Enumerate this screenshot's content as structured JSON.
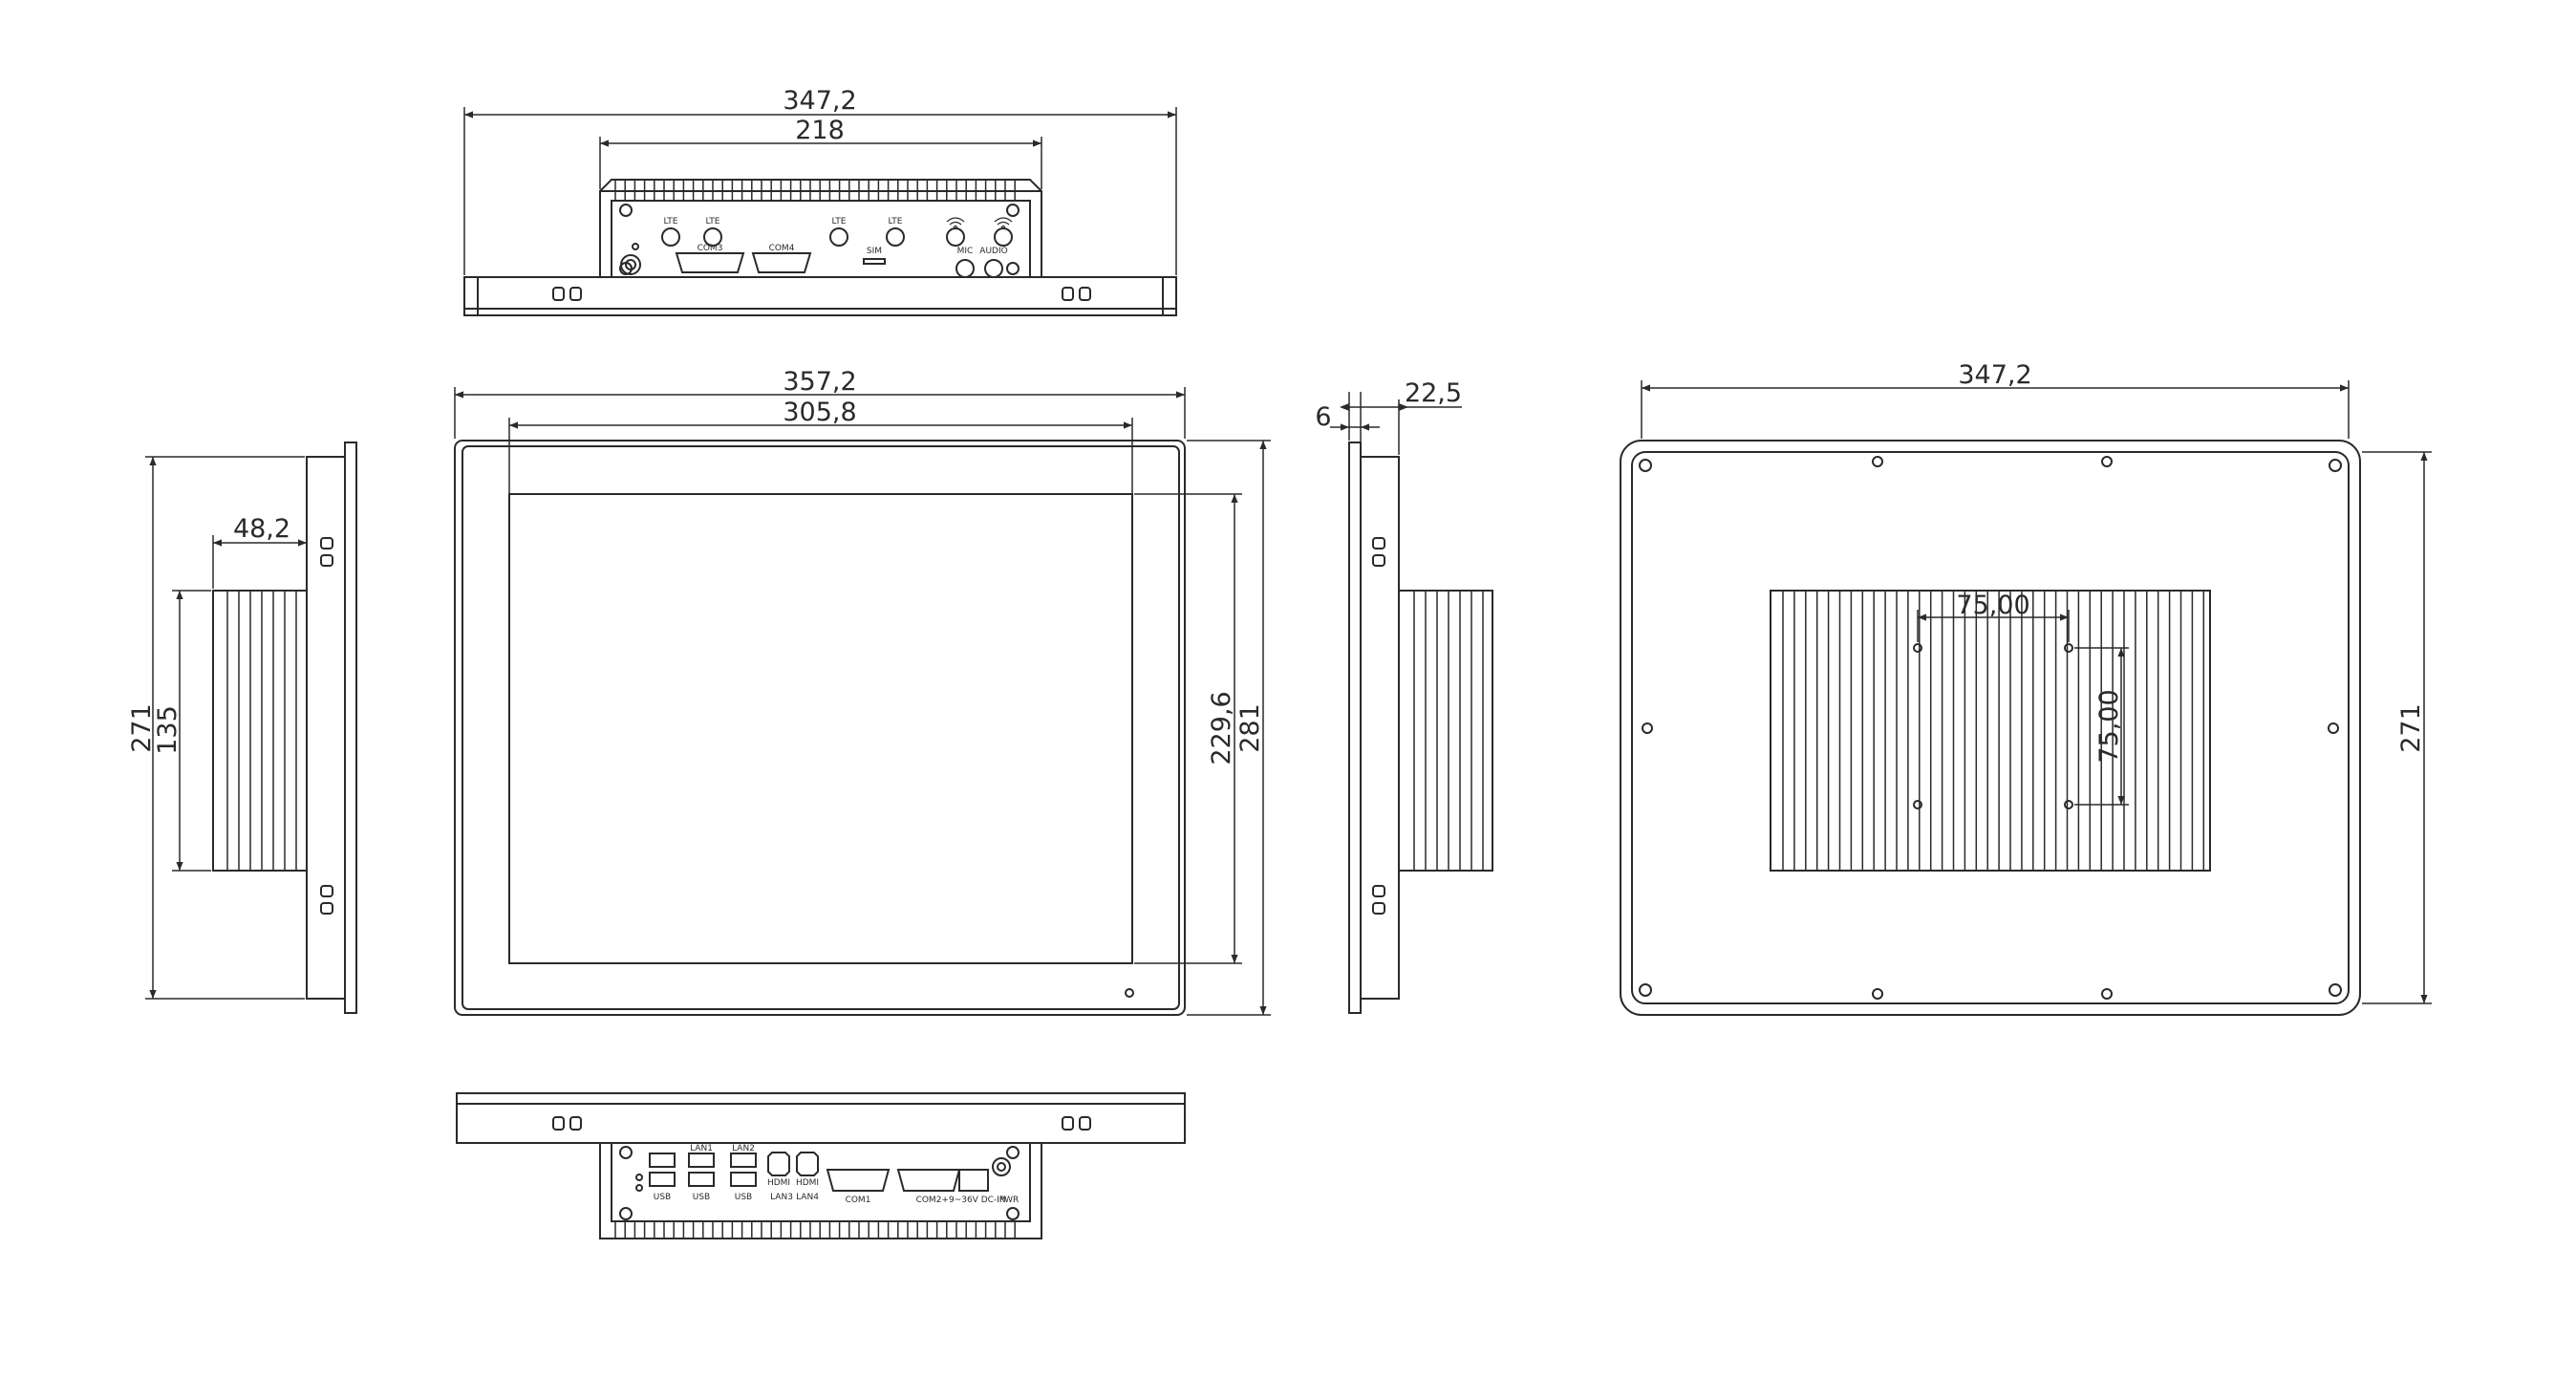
{
  "dimensions": {
    "top_overall_width": "347,2",
    "top_box_width": "218",
    "front_overall_width": "357,2",
    "front_display_width": "305,8",
    "front_display_height": "229,6",
    "front_overall_height": "281",
    "left_side_height": "271",
    "left_box_height": "135",
    "left_box_depth": "48,2",
    "side_bezel_depth": "6",
    "side_total_depth": "22,5",
    "back_overall_width": "347,2",
    "back_overall_height": "271",
    "vesa_horizontal": "75,00",
    "vesa_vertical": "75,00"
  },
  "top_io_labels": {
    "lte_1": "LTE",
    "lte_2": "LTE",
    "lte_3": "LTE",
    "lte_4": "LTE",
    "com3": "COM3",
    "com4": "COM4",
    "sim": "SIM",
    "mic": "MIC",
    "audio": "AUDIO"
  },
  "bottom_io_labels": {
    "usb_1": "USB",
    "usb_2": "USB",
    "usb_3": "USB",
    "lan_1": "LAN1",
    "lan_2": "LAN2",
    "lan_3": "LAN3",
    "lan_4": "LAN4",
    "hdmi_1": "HDMI",
    "hdmi_2": "HDMI",
    "com1": "COM1",
    "com2": "COM2",
    "power": "+9~36V DC-IN",
    "pwr": "PWR"
  },
  "colors": {
    "line": "#2a2a2a",
    "background": "#ffffff"
  }
}
